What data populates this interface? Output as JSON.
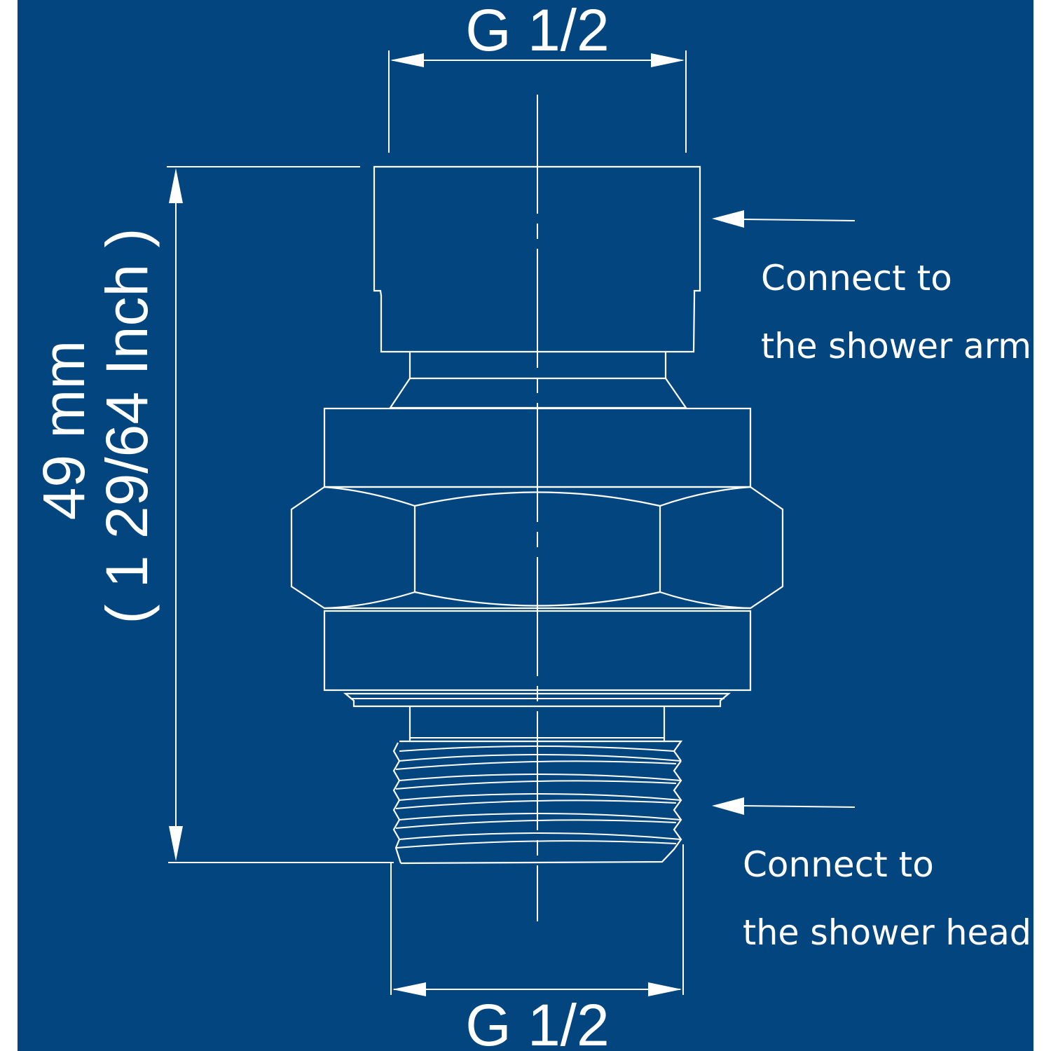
{
  "colors": {
    "background": "#03467f",
    "border": "#ffffff",
    "line": "#ffffff"
  },
  "dimensions": {
    "top_thread": "G 1/2",
    "bottom_thread": "G 1/2",
    "height_metric": "49 mm",
    "height_imperial": "( 1 29/64 Inch )"
  },
  "callouts": {
    "shower_arm": {
      "line1": "Connect to",
      "line2": "the shower arm",
      "icon": "arrow-left-icon"
    },
    "shower_head": {
      "line1": "Connect to",
      "line2": "the shower head",
      "icon": "arrow-left-icon"
    }
  }
}
